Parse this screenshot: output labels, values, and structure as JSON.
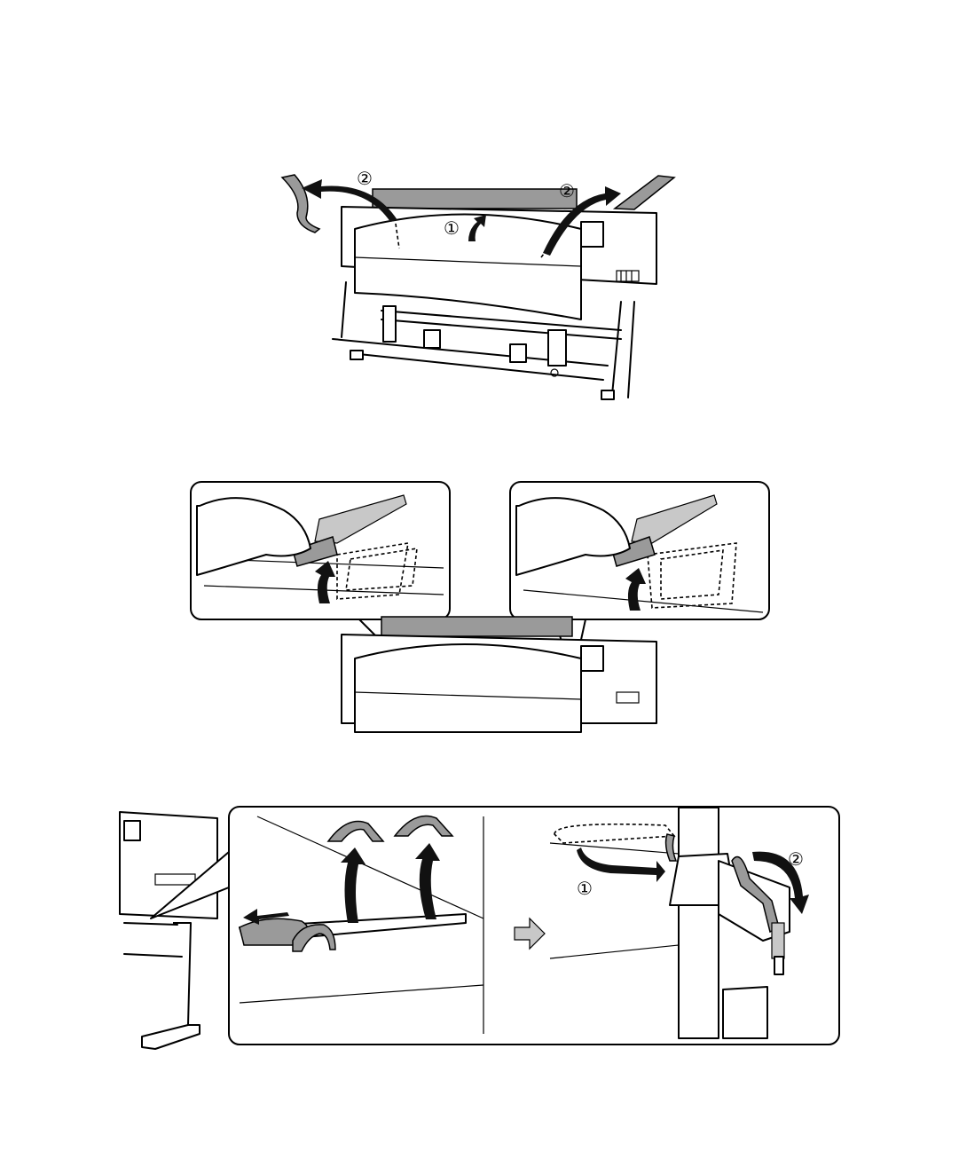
{
  "figure1": {
    "step_marks": [
      "①",
      "②",
      "②"
    ]
  },
  "figure3": {
    "step_marks": [
      "①",
      "②"
    ]
  },
  "colors": {
    "arrow_fill": "#111111",
    "tape_grey": "#9a9a9a",
    "light_grey": "#c8c8c8",
    "line": "#000000"
  }
}
